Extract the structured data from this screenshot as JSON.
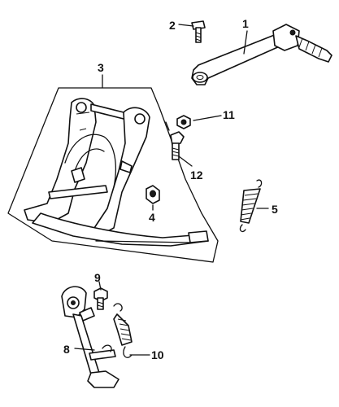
{
  "callouts": {
    "p1": "1",
    "p2": "2",
    "p3": "3",
    "p4": "4",
    "p5": "5",
    "p8": "8",
    "p9": "9",
    "p10": "10",
    "p11": "11",
    "p12": "12"
  },
  "icons": {
    "kick_starter_arm": "kick-starter-lever-icon",
    "bolt": "bolt-icon",
    "main_stand": "main-stand-icon",
    "stand_pivot_collar": "collar-icon",
    "main_stand_spring": "tension-spring-icon",
    "side_stand": "side-stand-icon",
    "side_stand_bolt": "bolt-icon",
    "side_stand_spring": "tension-spring-icon",
    "nut": "nut-icon",
    "pivot_bolt": "bolt-icon"
  },
  "colors": {
    "ink": "#111111",
    "paper": "#ffffff"
  }
}
